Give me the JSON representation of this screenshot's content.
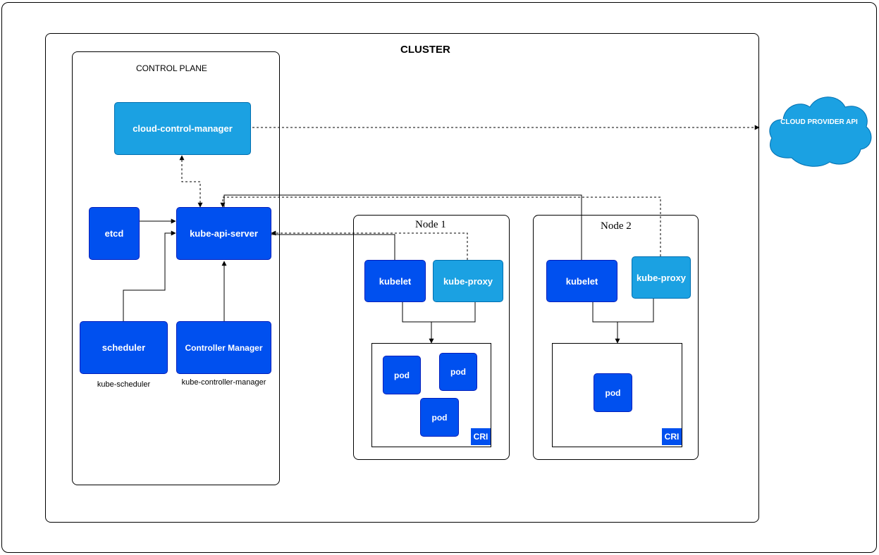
{
  "cluster": {
    "title": "CLUSTER"
  },
  "control_plane": {
    "title": "CONTROL PLANE",
    "cloud_control_manager": "cloud-control-manager",
    "etcd": "etcd",
    "api_server": "kube-api-server",
    "scheduler": "scheduler",
    "scheduler_caption": "kube-scheduler",
    "controller_manager": "Controller Manager",
    "controller_manager_caption": "kube-controller-manager"
  },
  "cloud_provider": {
    "label": "CLOUD PROVIDER API"
  },
  "nodes": [
    {
      "title": "Node 1",
      "kubelet": "kubelet",
      "kube_proxy": "kube-proxy",
      "pods": [
        "pod",
        "pod",
        "pod"
      ],
      "cri": "CRI"
    },
    {
      "title": "Node 2",
      "kubelet": "kubelet",
      "kube_proxy": "kube-proxy",
      "pods": [
        "pod"
      ],
      "cri": "CRI"
    }
  ],
  "colors": {
    "dark_blue": "#0050ef",
    "light_blue": "#1ba1e2",
    "cloud": "#1ba1e2"
  }
}
